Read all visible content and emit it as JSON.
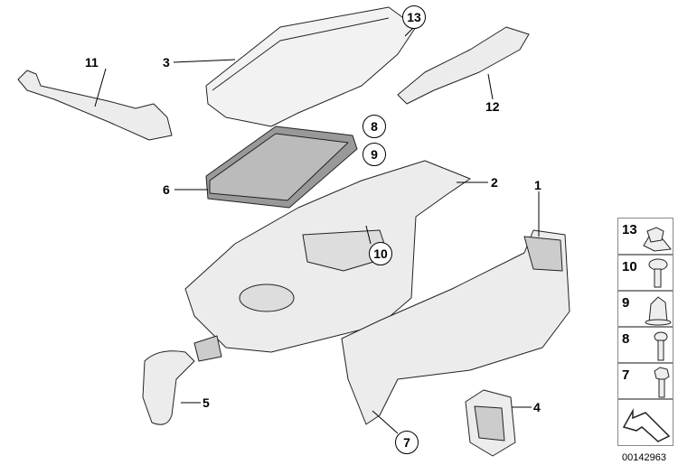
{
  "callouts": {
    "c1": "1",
    "c2": "2",
    "c3": "3",
    "c4": "4",
    "c5": "5",
    "c6": "6",
    "c7": "7",
    "c8": "8",
    "c9": "9",
    "c10": "10",
    "c11": "11",
    "c12": "12",
    "c13": "13"
  },
  "legend": [
    {
      "number": "13",
      "icon": "clip-nut-icon"
    },
    {
      "number": "10",
      "icon": "pan-head-screw-icon"
    },
    {
      "number": "9",
      "icon": "expanding-nut-icon"
    },
    {
      "number": "8",
      "icon": "round-head-bolt-icon"
    },
    {
      "number": "7",
      "icon": "hex-head-bolt-icon"
    },
    {
      "number": "",
      "icon": "direction-arrow-icon"
    }
  ],
  "diagram_id": "00142963"
}
